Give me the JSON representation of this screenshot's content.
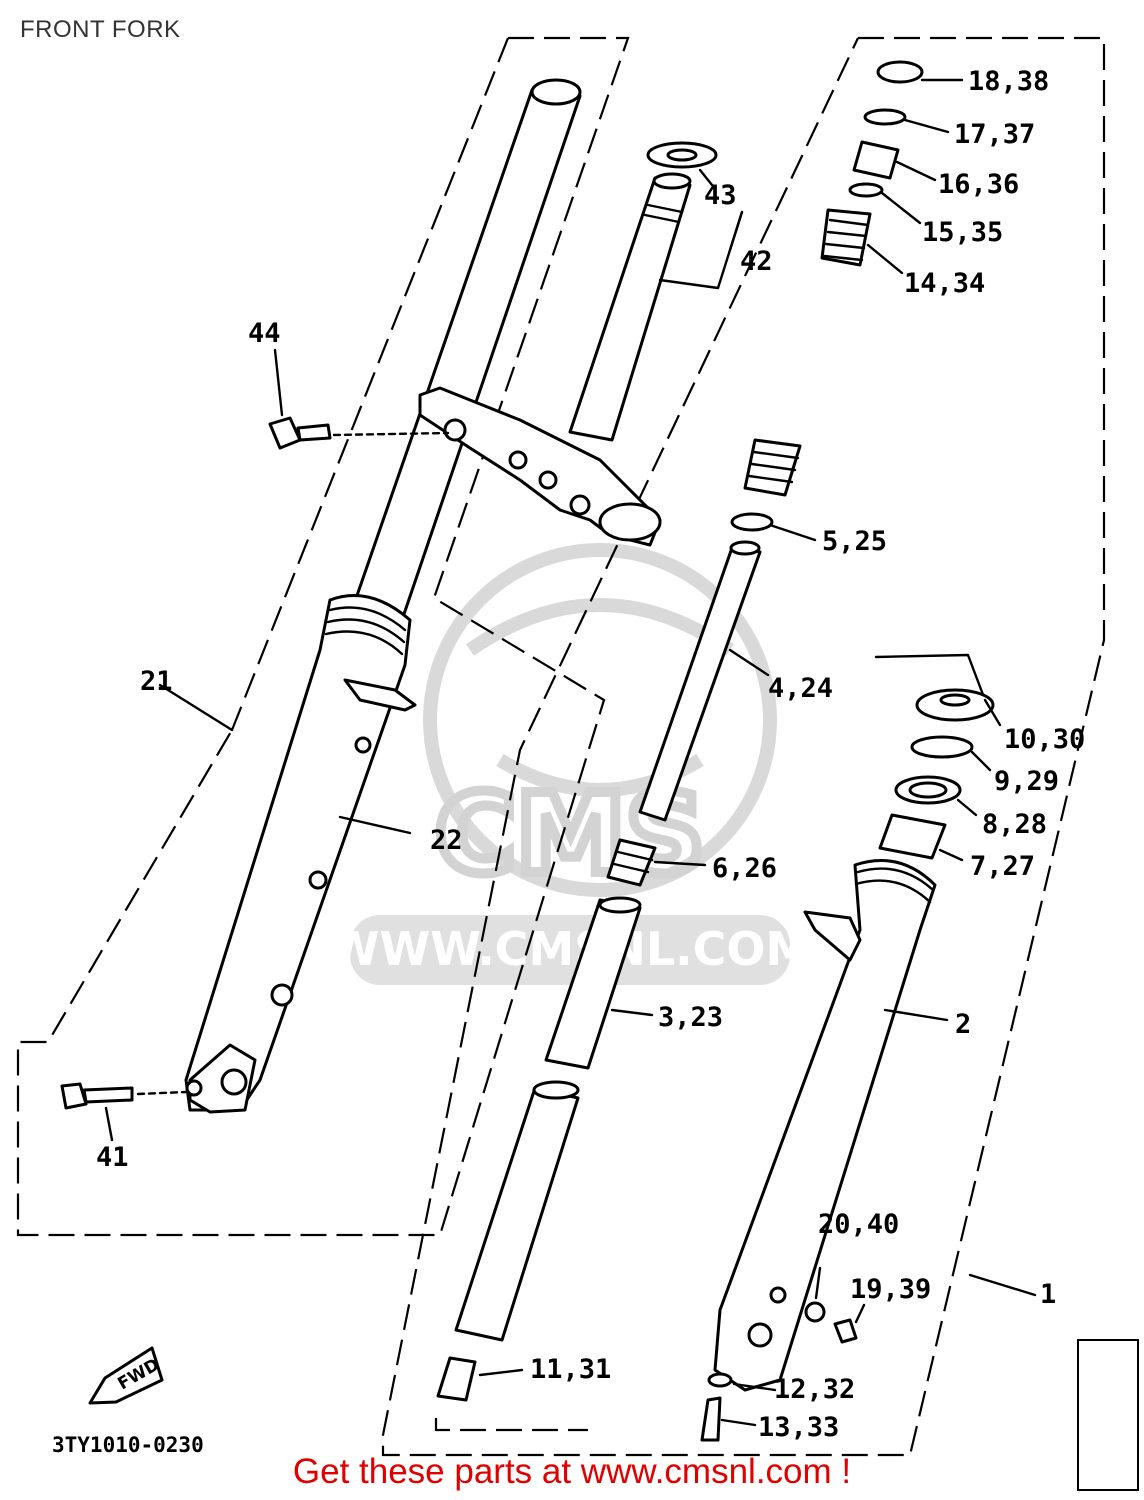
{
  "header": {
    "title": "FRONT FORK"
  },
  "diagram": {
    "catalog_code": "3TY1010-0230",
    "direction_arrow": "FWD",
    "watermark": {
      "logo": "CMS",
      "url": "WWW.CMSNL.COM",
      "color": "#d9d9d9"
    },
    "callouts": [
      "18,38",
      "17,37",
      "16,36",
      "15,35",
      "14,34",
      "43",
      "42",
      "44",
      "5,25",
      "4,24",
      "21",
      "10,30",
      "9,29",
      "8,28",
      "22",
      "7,27",
      "6,26",
      "3,23",
      "2",
      "41",
      "20,40",
      "19,39",
      "1",
      "11,31",
      "12,32",
      "13,33"
    ]
  },
  "footer": {
    "text": "Get these parts at www.cmsnl.com !",
    "color": "#e00000"
  }
}
